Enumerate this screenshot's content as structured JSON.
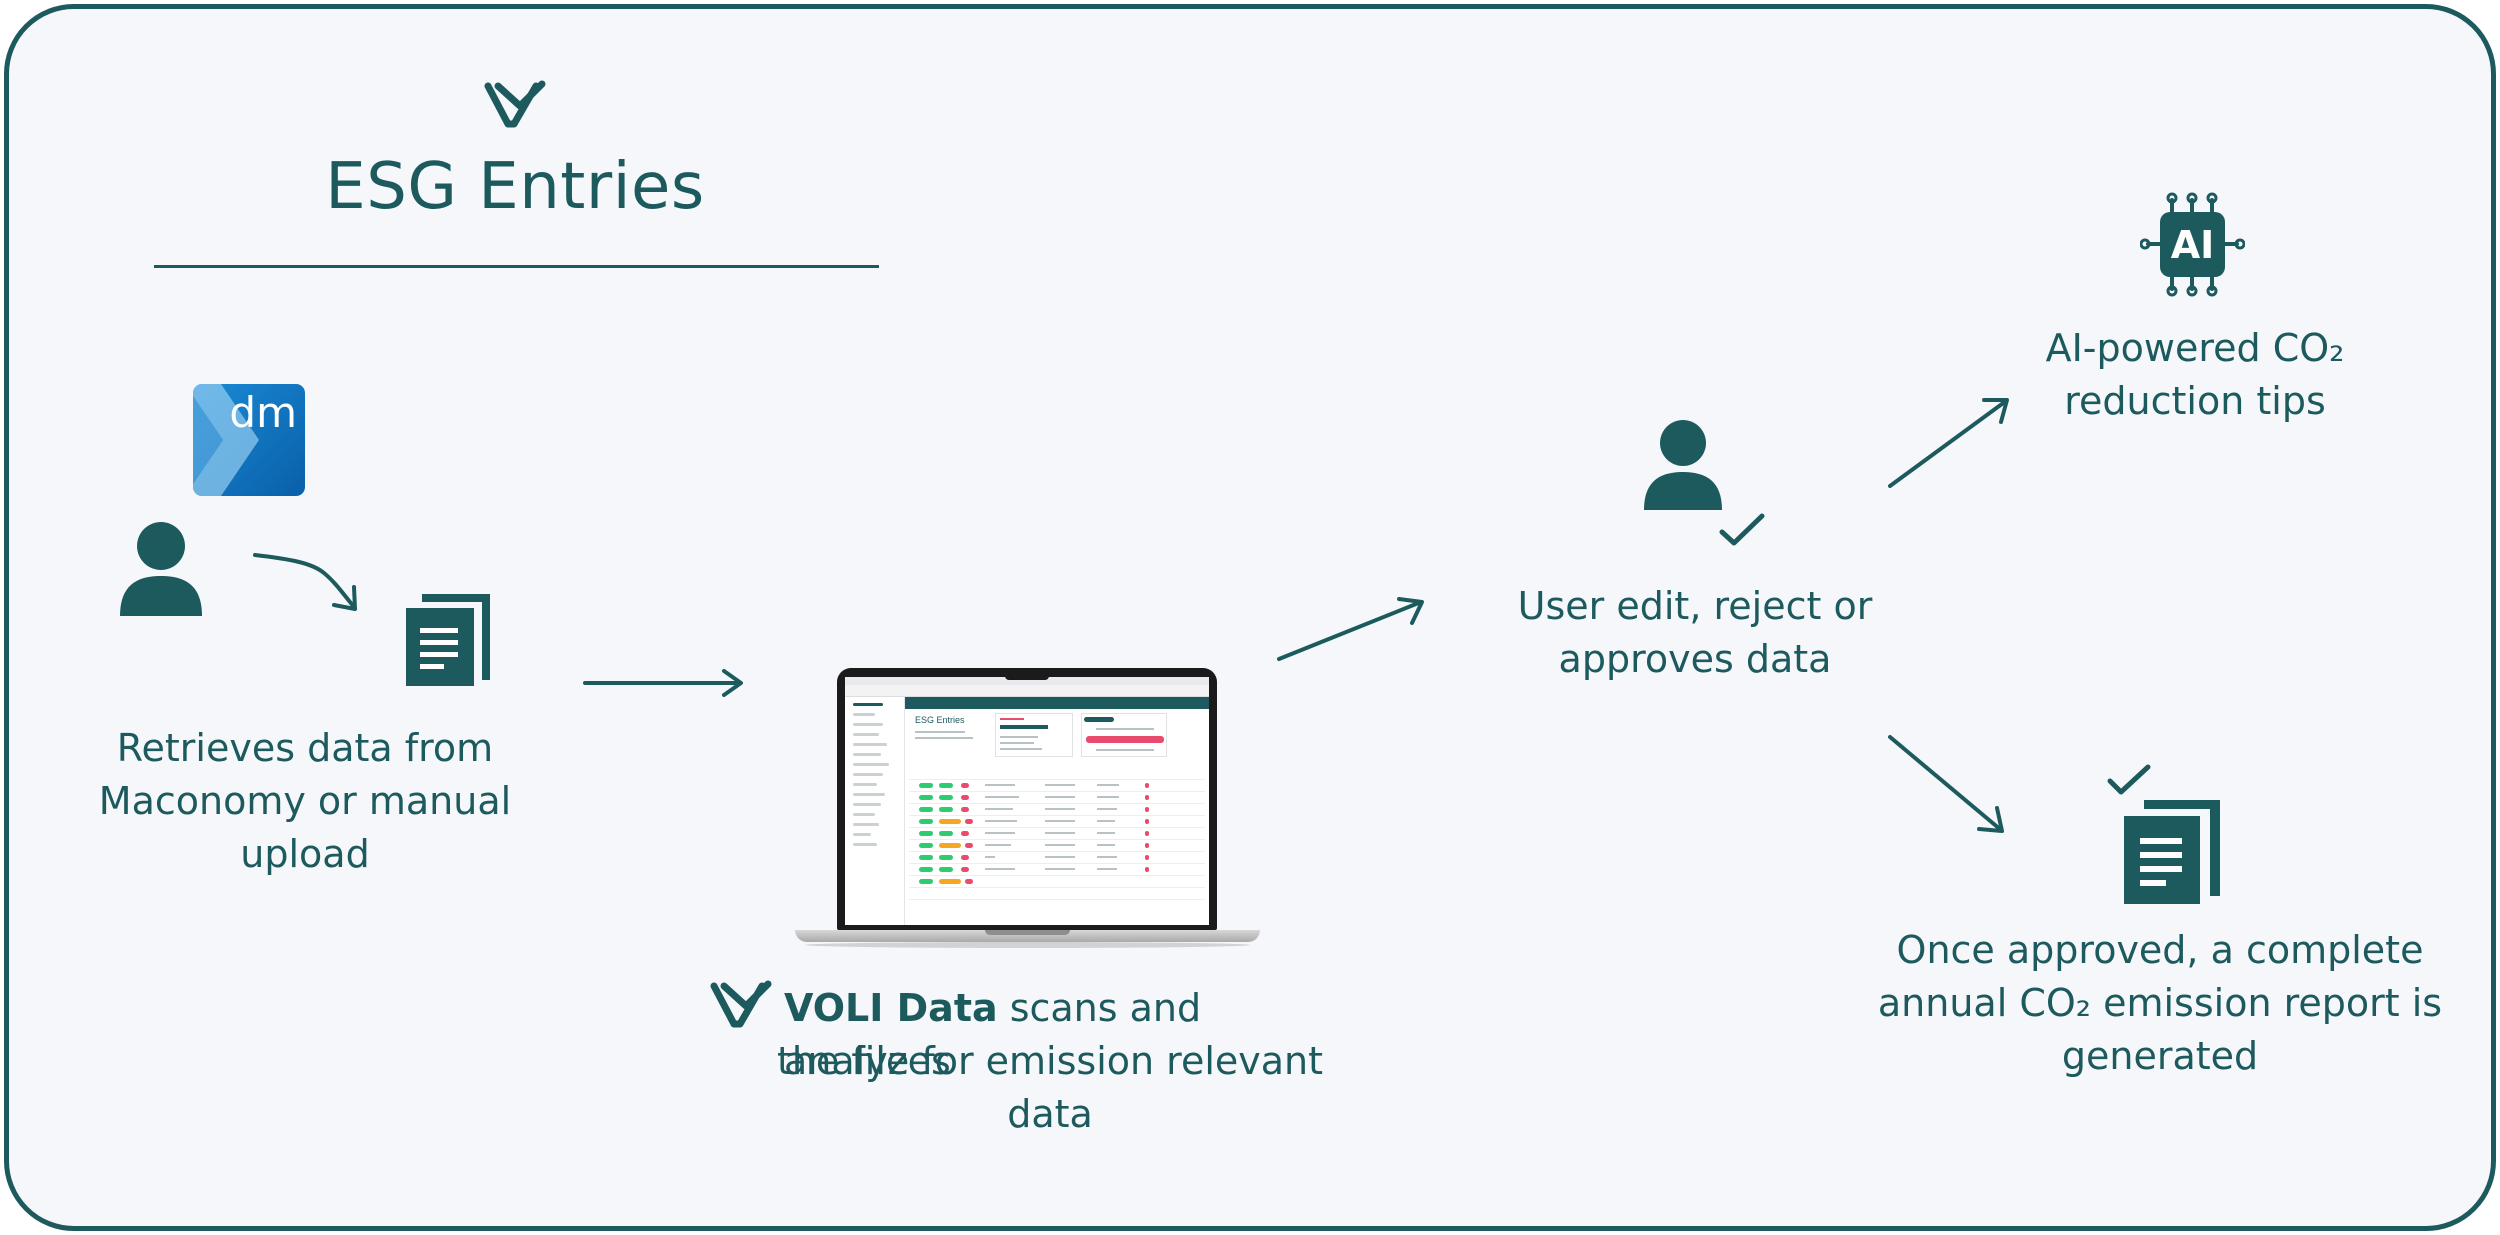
{
  "title": "ESG Entries",
  "steps": {
    "retrieve": {
      "dm_logo_text": "dm",
      "caption_lines": [
        "Retrieves data from",
        "Maconomy or manual",
        "upload"
      ]
    },
    "analyze": {
      "brand": "VOLI Data",
      "caption_line1_rest": " scans and analyzes",
      "caption_lines_rest": [
        "the file for emission relevant",
        "data"
      ]
    },
    "review": {
      "caption_lines": [
        "User edit, reject or",
        "approves data"
      ]
    },
    "ai_tips": {
      "badge_text": "AI",
      "caption_lines": [
        "AI-powered CO₂",
        "reduction tips"
      ]
    },
    "report": {
      "caption_lines": [
        "Once approved, a complete",
        "annual CO₂ emission report is",
        "generated"
      ]
    }
  },
  "laptop_screen": {
    "page_title": "ESG Entries"
  },
  "icons": {
    "brand": "voli-logo-icon",
    "user": "user-icon",
    "document": "document-stack-icon",
    "check": "checkmark-icon",
    "ai": "ai-chip-icon",
    "arrow": "arrow-icon"
  },
  "colors": {
    "primary": "#1d5a5e",
    "background": "#f5f7fa",
    "dm_blue": "#0a5fa8",
    "status_green": "#2ecc71",
    "status_orange": "#f5a623",
    "status_red": "#e84b6b"
  }
}
